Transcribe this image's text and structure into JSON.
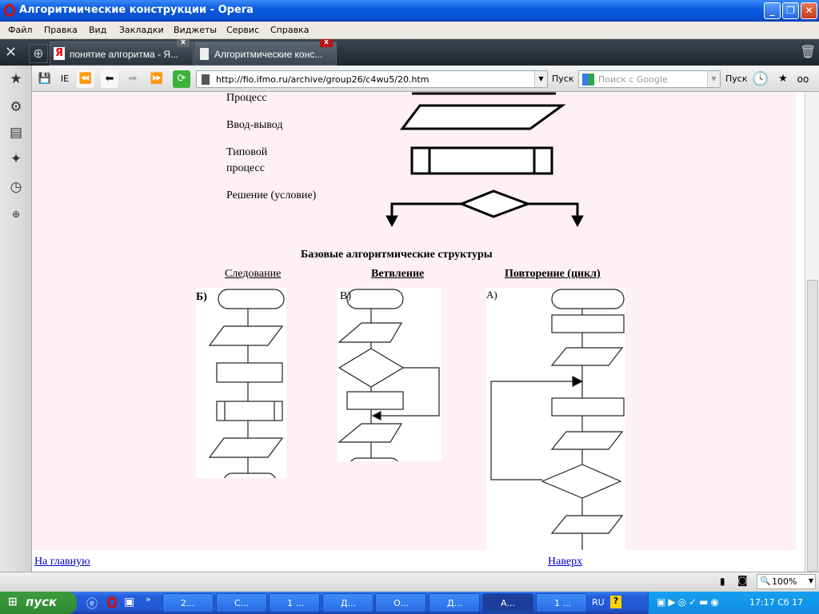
{
  "window": {
    "title": "Алгоритмические конструкции - Opera"
  },
  "menu": [
    "Файл",
    "Правка",
    "Вид",
    "Закладки",
    "Виджеты",
    "Сервис",
    "Справка"
  ],
  "tabs": [
    {
      "label": "понятие алгоритма - Я..."
    },
    {
      "label": "Алгоритмические конс..."
    }
  ],
  "toolbar": {
    "ie_label": "IE",
    "url": "http://fio.ifmo.ru/archive/group26/c4wu5/20.htm",
    "go_label": "Пуск",
    "search_placeholder": "Поиск с Google",
    "search_go_label": "Пуск"
  },
  "page": {
    "shapes": [
      {
        "label": "Процесс"
      },
      {
        "label": "Ввод-вывод"
      },
      {
        "label_line1": "Типовой",
        "label_line2": "процесс"
      },
      {
        "label": "Решение (условие)"
      }
    ],
    "heading": "Базовые алгоритмические структуры",
    "structures": [
      {
        "link": "Следование",
        "tag": "Б)"
      },
      {
        "link": "Ветвление",
        "tag": "В)"
      },
      {
        "link": "Повторение (цикл)",
        "tag": "А)"
      }
    ],
    "footer_links": {
      "home": "На главную",
      "top": "Наверх"
    }
  },
  "status": {
    "zoom": "100%"
  },
  "taskbar": {
    "start": "пуск",
    "tasks": [
      "2...",
      "С...",
      "1 ...",
      "Д...",
      "О...",
      "Д...",
      "А...",
      "1 ..."
    ],
    "lang": "RU",
    "clock": "17:17 Сб 17"
  },
  "colors": {
    "page_bg": "#fff0f3",
    "link": "#0000cc",
    "titlebar": "#0a5be0"
  }
}
